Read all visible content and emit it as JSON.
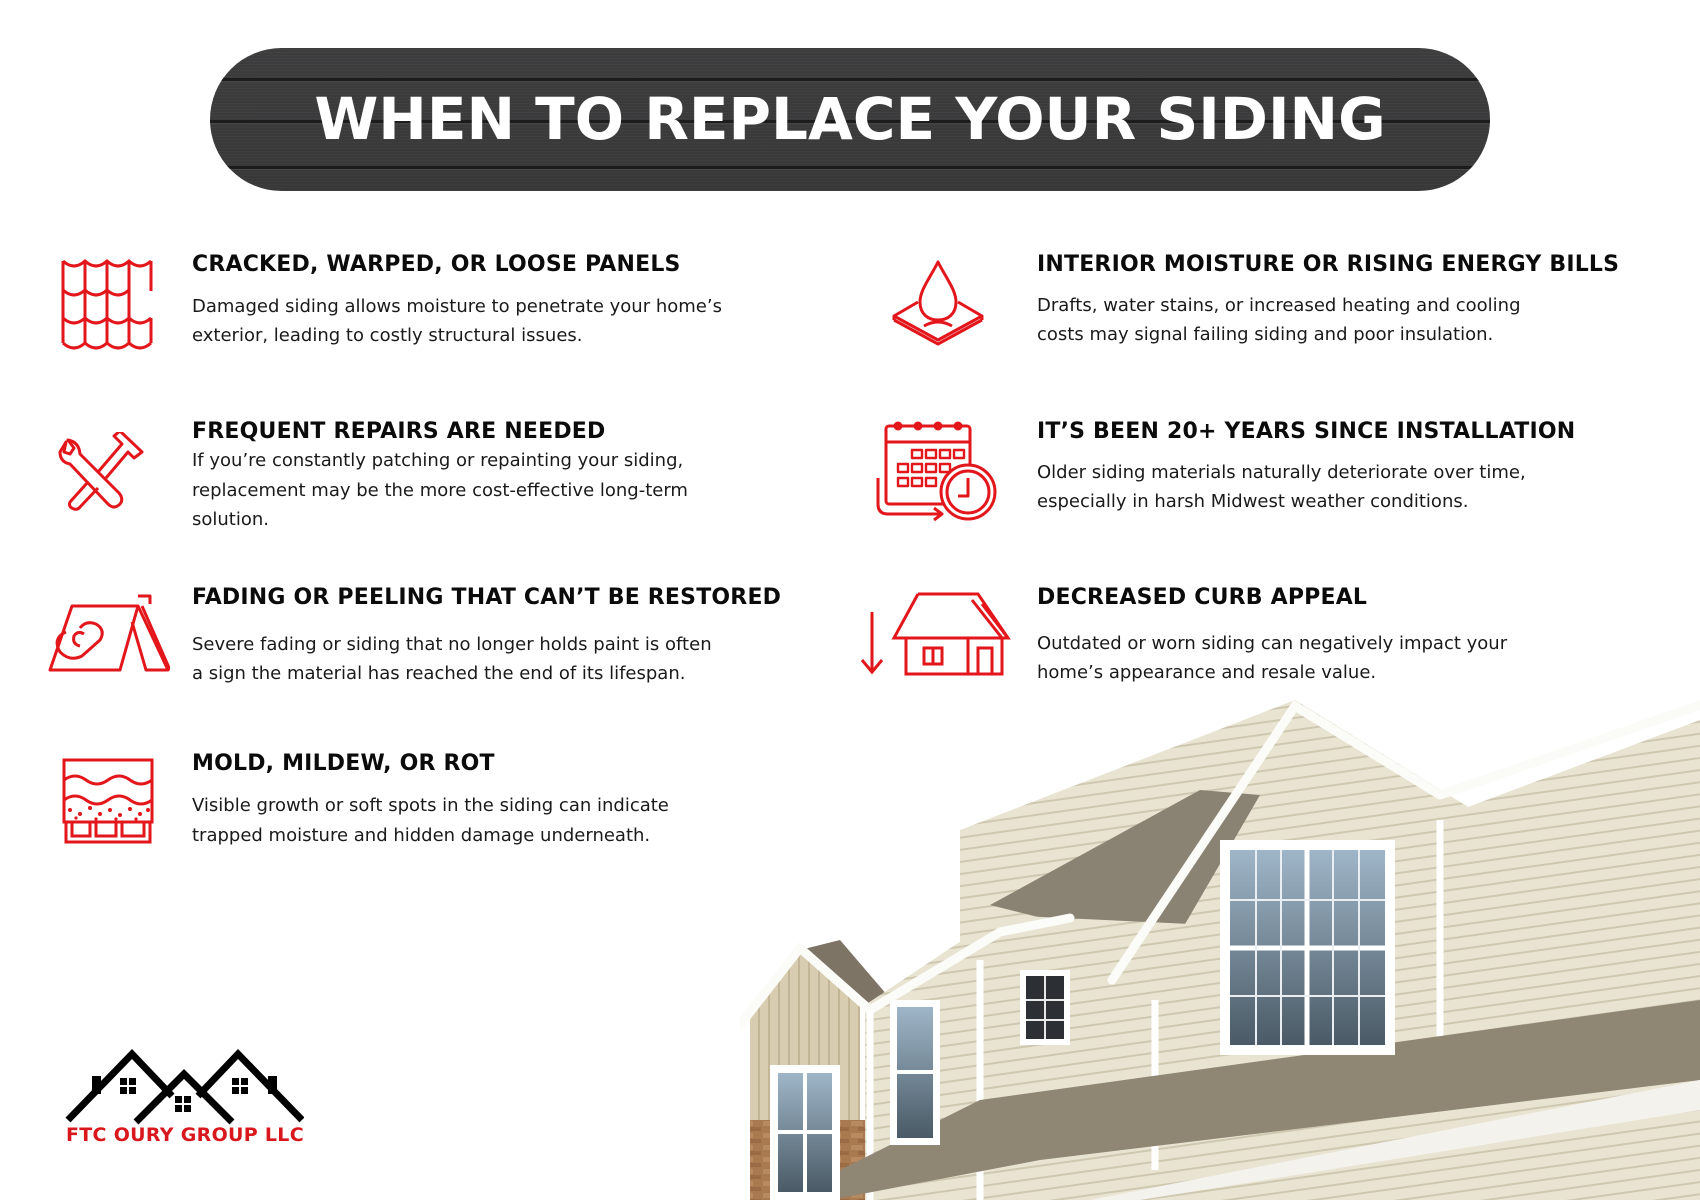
{
  "header": {
    "title": "WHEN TO REPLACE YOUR SIDING"
  },
  "colors": {
    "accent_red": "#E3161B",
    "title_bg": "#3A3A3B",
    "heading_text": "#0B0B0B",
    "body_text": "#1A1A1A",
    "logo_red": "#D8181D"
  },
  "items": [
    {
      "icon": "siding-tiles-icon",
      "heading": "CRACKED, WARPED, OR LOOSE PANELS",
      "lines": [
        "Damaged siding allows moisture to penetrate your home’s",
        "exterior, leading to costly structural issues."
      ]
    },
    {
      "icon": "wrench-hammer-icon",
      "heading": "FREQUENT REPAIRS ARE NEEDED",
      "lines": [
        "If you’re constantly patching or repainting your siding,",
        "replacement may be the more cost-effective long-term",
        "solution."
      ]
    },
    {
      "icon": "peeling-roll-icon",
      "heading": "FADING OR PEELING THAT CAN’T BE RESTORED",
      "lines": [
        "Severe fading or siding that no longer holds paint is often",
        "a sign the material has reached the end of its lifespan."
      ]
    },
    {
      "icon": "mold-wall-icon",
      "heading": "MOLD, MILDEW, OR ROT",
      "lines": [
        "Visible growth or soft spots in the siding can indicate",
        "trapped moisture and hidden damage underneath."
      ]
    },
    {
      "icon": "water-drop-layers-icon",
      "heading": "INTERIOR MOISTURE OR RISING ENERGY BILLS",
      "lines": [
        "Drafts, water stains, or increased heating and cooling",
        "costs may signal failing siding and poor insulation."
      ]
    },
    {
      "icon": "calendar-clock-icon",
      "heading": "IT’S BEEN 20+ YEARS SINCE INSTALLATION",
      "lines": [
        "Older siding materials naturally deteriorate over time,",
        "especially in harsh Midwest weather conditions."
      ]
    },
    {
      "icon": "house-down-arrow-icon",
      "heading": "DECREASED CURB APPEAL",
      "lines": [
        "Outdated or worn siding can negatively impact your",
        "home’s appearance and resale value."
      ]
    }
  ],
  "logo": {
    "icon": "three-roofs-logo-icon",
    "name": "FTC OURY GROUP LLC"
  },
  "photo": {
    "subject": "house-with-vinyl-siding"
  }
}
